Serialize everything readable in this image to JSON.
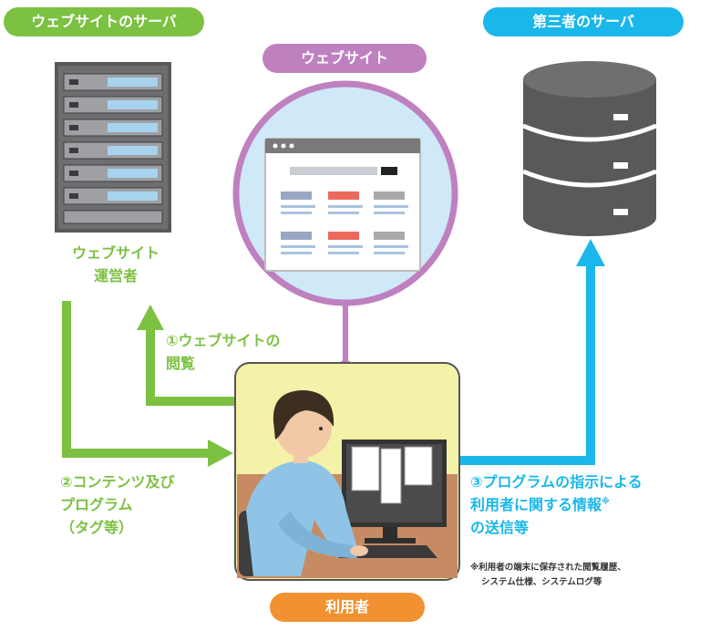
{
  "labels": {
    "site_server": "ウェブサイトのサーバ",
    "website": "ウェブサイト",
    "third_party_server": "第三者のサーバ",
    "user": "利用者",
    "site_operator_line1": "ウェブサイト",
    "site_operator_line2": "運営者",
    "step1_line1": "①ウェブサイトの",
    "step1_line2": "閲覧",
    "step2_line1": "②コンテンツ及び",
    "step2_line2": "プログラム",
    "step2_line3": "（タグ等）",
    "step3_line1": "③プログラムの指示による",
    "step3_line2": "利用者に関する情報",
    "step3_mark": "※",
    "step3_line3": "の送信等",
    "note_line1": "※利用者の端末に保存された閲覧履歴、",
    "note_line2": "システム仕様、システムログ等"
  },
  "colors": {
    "green": "#7cc142",
    "purple": "#bf80c0",
    "cyan": "#1ab7ea",
    "orange": "#f29132",
    "server_dark": "#58595b",
    "user_bg": "#f4f1a8"
  }
}
